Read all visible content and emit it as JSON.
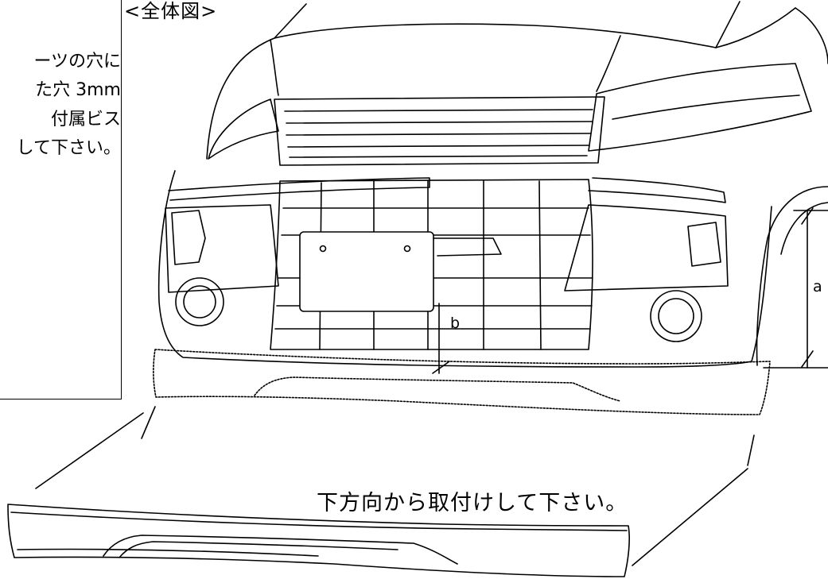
{
  "title": "<全体図>",
  "note_lines": [
    "ーツの穴に",
    "た穴 3mm",
    "付属ビス",
    "して下さい。"
  ],
  "dimensions": {
    "a": "a",
    "b": "b"
  },
  "caption": "下方向から取付けして下さい。",
  "colors": {
    "line": "#000000",
    "background": "#ffffff"
  }
}
